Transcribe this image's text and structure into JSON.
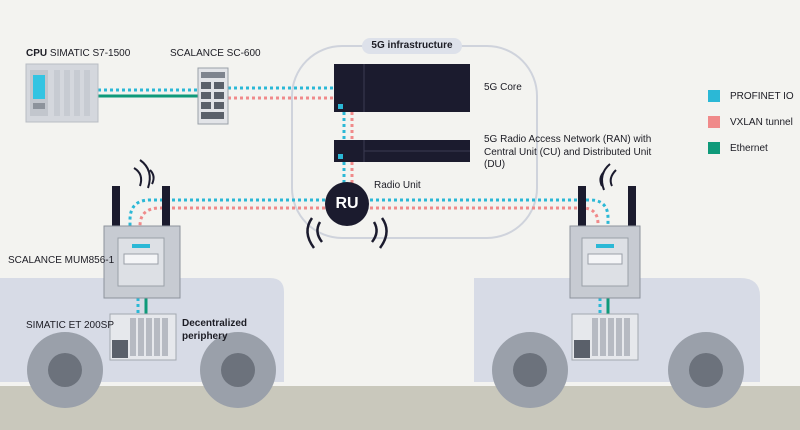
{
  "infrastructure_title": "5G infrastructure",
  "cpu": {
    "bold": "CPU",
    "name": "SIMATIC S7-1500"
  },
  "switch_label": "SCALANCE SC-600",
  "core_label": "5G Core",
  "ran_label": "5G Radio Access Network (RAN) with Central Unit (CU) and Distributed Unit (DU)",
  "ru_label": "Radio Unit",
  "ru_text": "RU",
  "mum_label": "SCALANCE MUM856-1",
  "et_label": "SIMATIC ET 200SP",
  "periphery_label": "Decentralized periphery",
  "legend": [
    {
      "label": "PROFINET IO",
      "color": "#2bb8d6"
    },
    {
      "label": "VXLAN tunnel",
      "color": "#f08a8a"
    },
    {
      "label": "Ethernet",
      "color": "#0f9a7a"
    }
  ],
  "colors": {
    "profinet": "#2bb8d6",
    "vxlan": "#f08a8a",
    "ethernet": "#0f9a7a",
    "dark": "#1b1b2e",
    "vehicle": "#d7dbe6",
    "floor": "#c9c8bc"
  }
}
